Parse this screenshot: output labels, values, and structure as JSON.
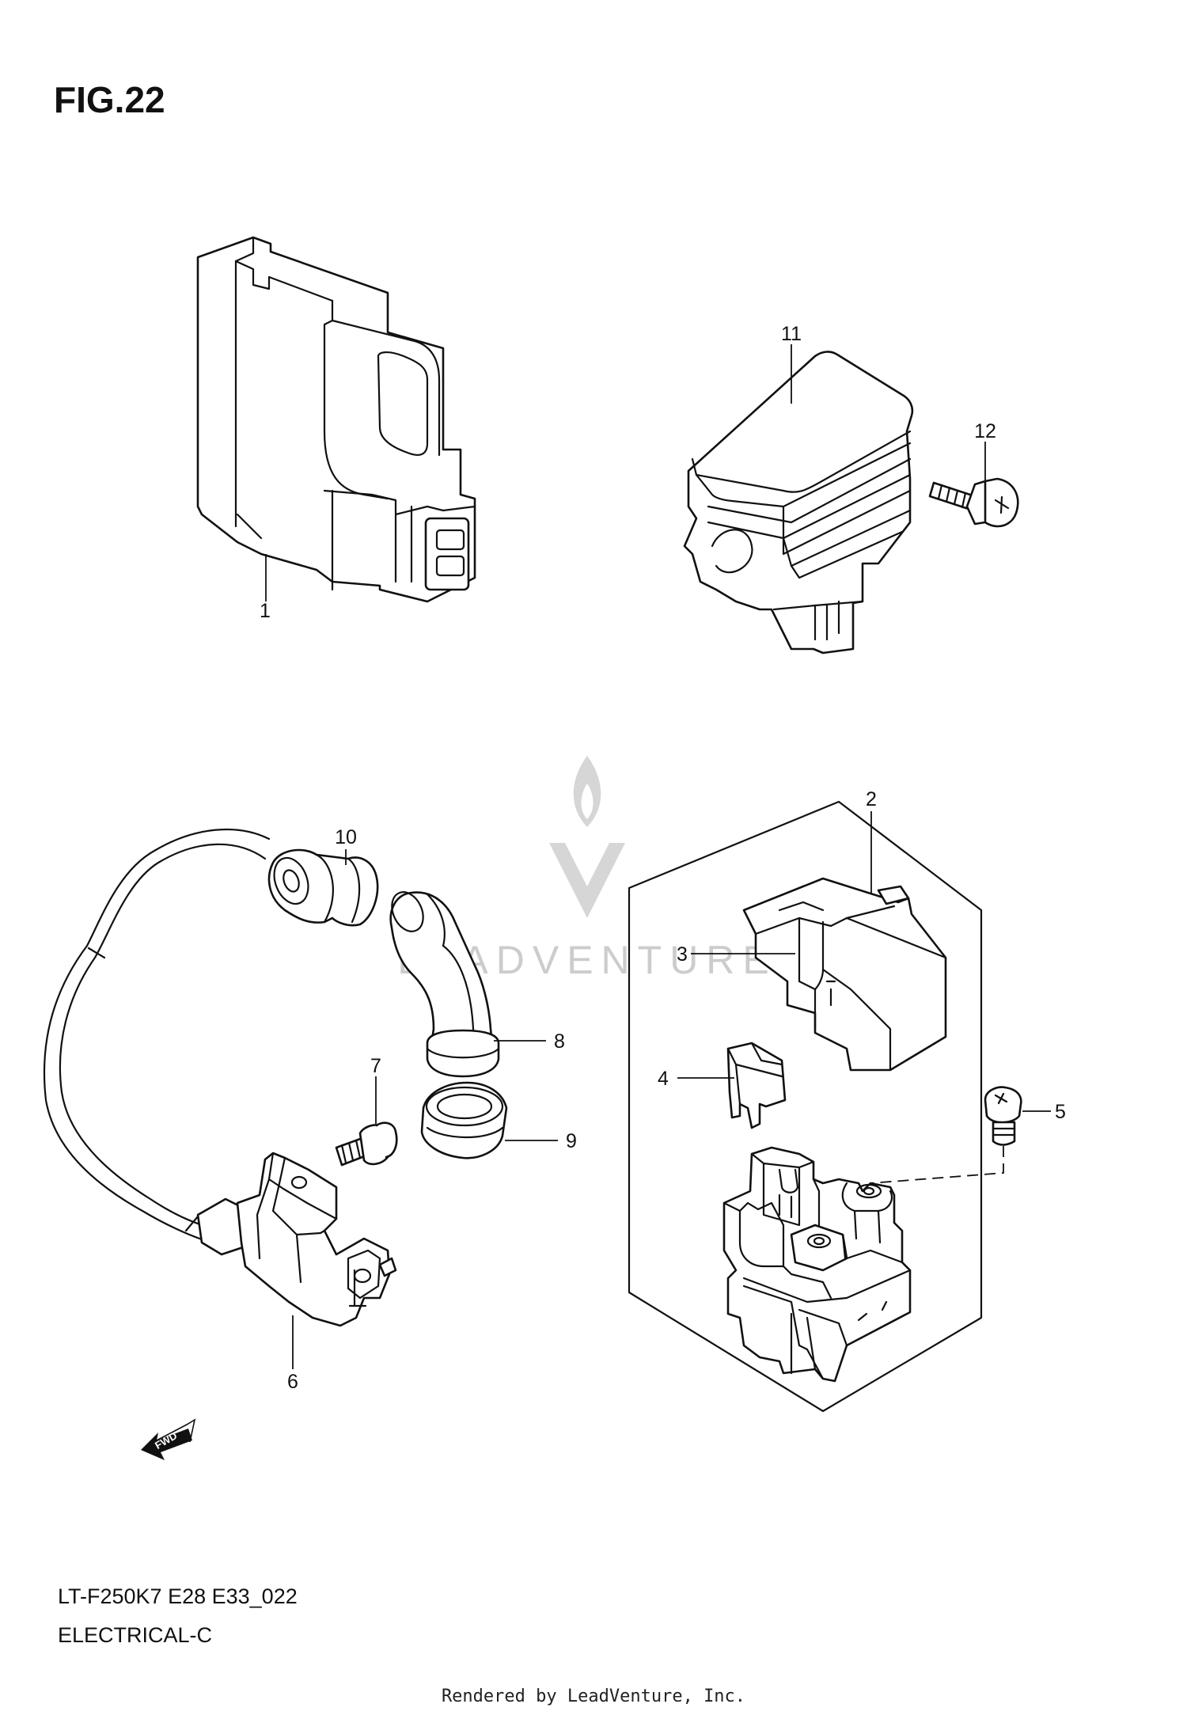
{
  "figure": {
    "title": "FIG.22",
    "model_code": "LT-F250K7 E28 E33_022",
    "section_name": "ELECTRICAL-C",
    "credit": "Rendered by LeadVenture, Inc.",
    "watermark": "LEADVENTURE"
  },
  "callouts": {
    "c1": "1",
    "c2": "2",
    "c3": "3",
    "c4": "4",
    "c5": "5",
    "c6": "6",
    "c7": "7",
    "c8": "8",
    "c9": "9",
    "c10": "10",
    "c11": "11",
    "c12": "12"
  },
  "fwd_arrow": {
    "label": "FWD"
  },
  "icons": {
    "watermark_logo": "flame-chevron-logo-icon",
    "direction": "forward-arrow-icon"
  },
  "colors": {
    "line": "#111111",
    "watermark": "#cccccc",
    "background": "#ffffff"
  }
}
